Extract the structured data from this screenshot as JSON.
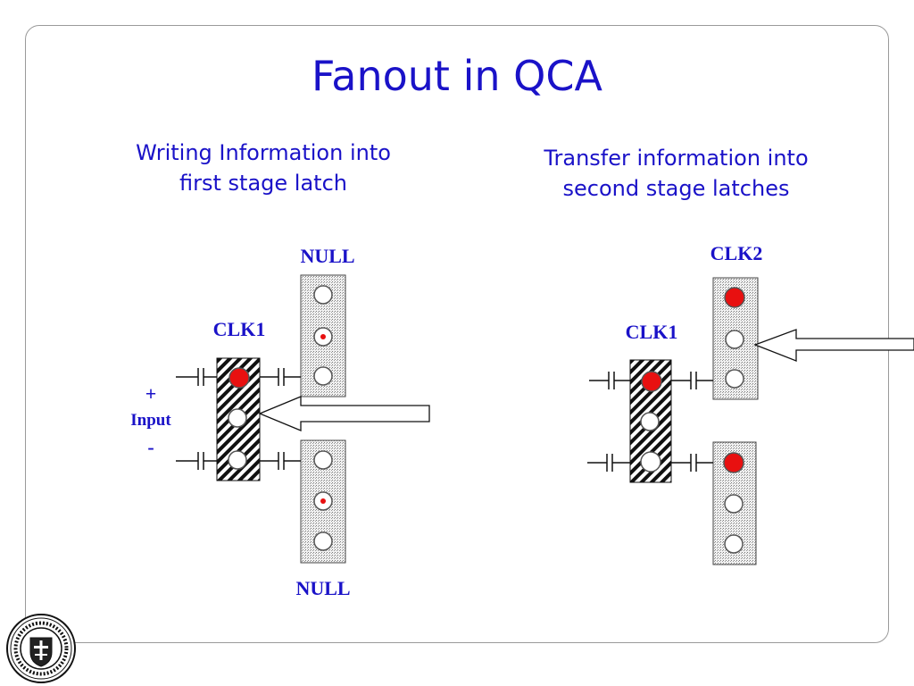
{
  "slide": {
    "title": "Fanout in QCA",
    "left_heading": [
      "Writing Information into",
      "first stage latch"
    ],
    "right_heading": [
      "Transfer information into",
      "second stage latches"
    ]
  },
  "left_diagram": {
    "top_label": "NULL",
    "bottom_label": "NULL",
    "clock_label": "CLK1",
    "input_plus": "+",
    "input_label": "Input",
    "input_minus": "-"
  },
  "right_diagram": {
    "top_label": "CLK2",
    "clock_label": "CLK1"
  },
  "colors": {
    "text_blue": "#1a12c8",
    "dot_red": "#e81010",
    "frame": "#9a9a9a"
  },
  "icons": {
    "logo": "university-seal-icon"
  }
}
